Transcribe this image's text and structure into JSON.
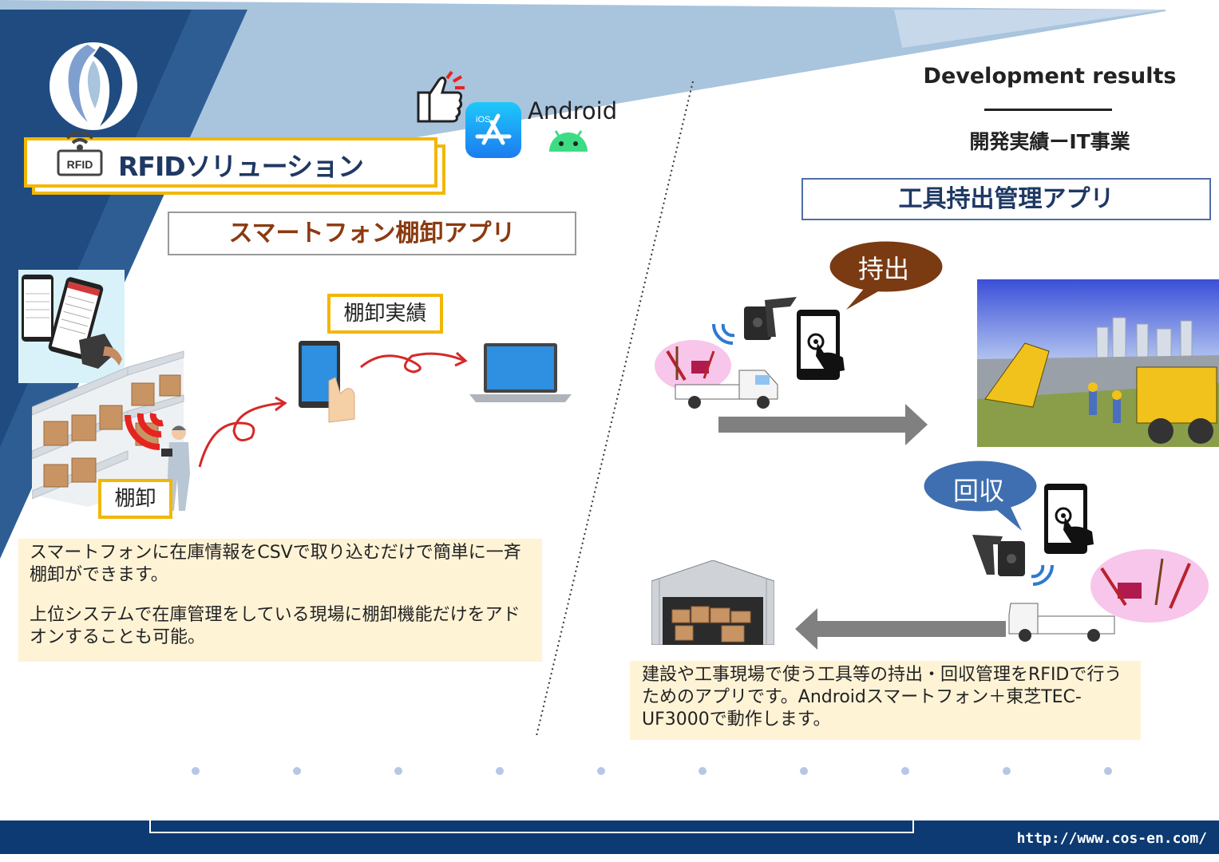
{
  "header": {
    "english_title": "Development results",
    "japanese_title": "開発実績ーIT事業"
  },
  "left_section": {
    "rfid_badge": "RFID",
    "section_title": "RFIDソリューション",
    "app_title": "スマートフォン棚卸アプリ",
    "android_label": "Android",
    "ios_label": "iOS",
    "inventory_result_label": "棚卸実績",
    "inventory_label": "棚卸",
    "description": [
      "スマートフォンに在庫情報をCSVで取り込むだけで簡単に一斉棚卸ができます。",
      "上位システムで在庫管理をしている現場に棚卸機能だけをアドオンすることも可能。"
    ]
  },
  "right_section": {
    "app_title": "工具持出管理アプリ",
    "checkout_label": "持出",
    "return_label": "回収",
    "description": "建設や工事現場で使う工具等の持出・回収管理をRFIDで行うためのアプリです。Androidスマートフォン＋東芝TEC-UF3000で動作します。"
  },
  "footer": {
    "url": "http://www.cos-en.com/"
  },
  "colors": {
    "navy": "#0d3a72",
    "light_blue": "#a9c4dd",
    "mid_blue": "#2e5d94",
    "yellow": "#f2b705",
    "brown": "#8b3a0f",
    "cream": "#fff3d6",
    "bubble_brown": "#7a3a12",
    "bubble_blue": "#3f6fb0"
  }
}
